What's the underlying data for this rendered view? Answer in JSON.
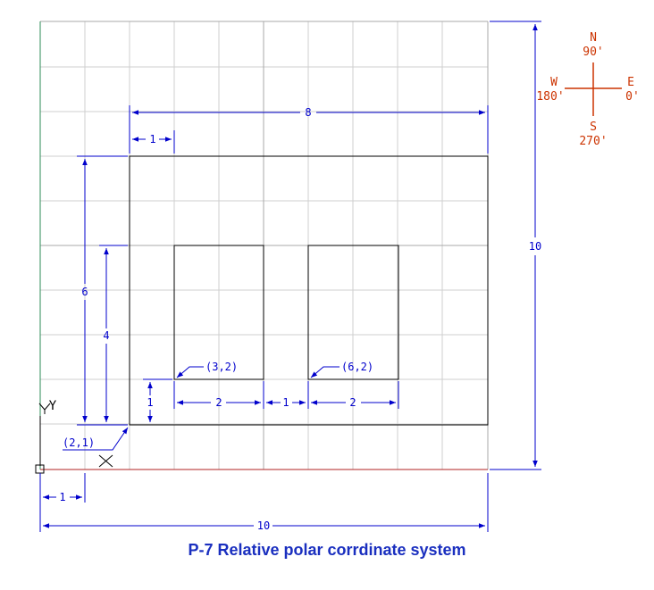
{
  "title": "P-7 Relative polar corrdinate system",
  "colors": {
    "grid": "#cfcfcf",
    "outline": "#000000",
    "dimension": "#0000cc",
    "compass": "#cc3300",
    "x_axis": "#b22222",
    "y_axis": "#2e8b57"
  },
  "compass": {
    "north": "N",
    "north_angle": "90'",
    "west": "W",
    "west_angle": "180'",
    "east": "E",
    "east_angle": "0'",
    "south": "S",
    "south_angle": "270'"
  },
  "axes": {
    "y_label": "Y",
    "x_label": "X"
  },
  "dimensions": {
    "top_width": "8",
    "top_offset": "1",
    "overall_height": "10",
    "outer_height": "6",
    "inner_height": "4",
    "bottom_offset_v": "1",
    "left_window_width": "2",
    "gap": "1",
    "right_window_width": "2",
    "bottom_offset_h": "1",
    "overall_width": "10"
  },
  "points": {
    "outer_start": "(2,1)",
    "left_window": "(3,2)",
    "right_window": "(6,2)"
  }
}
